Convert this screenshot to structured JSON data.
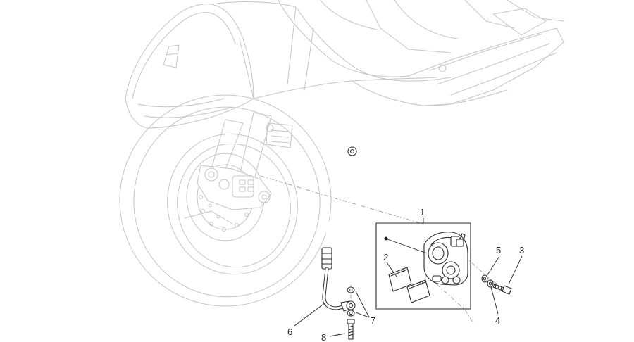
{
  "diagram": {
    "callouts": [
      {
        "number": "1"
      },
      {
        "number": "2"
      },
      {
        "number": "3"
      },
      {
        "number": "4"
      },
      {
        "number": "5"
      },
      {
        "number": "6"
      },
      {
        "number": "7"
      },
      {
        "number": "8"
      }
    ]
  }
}
